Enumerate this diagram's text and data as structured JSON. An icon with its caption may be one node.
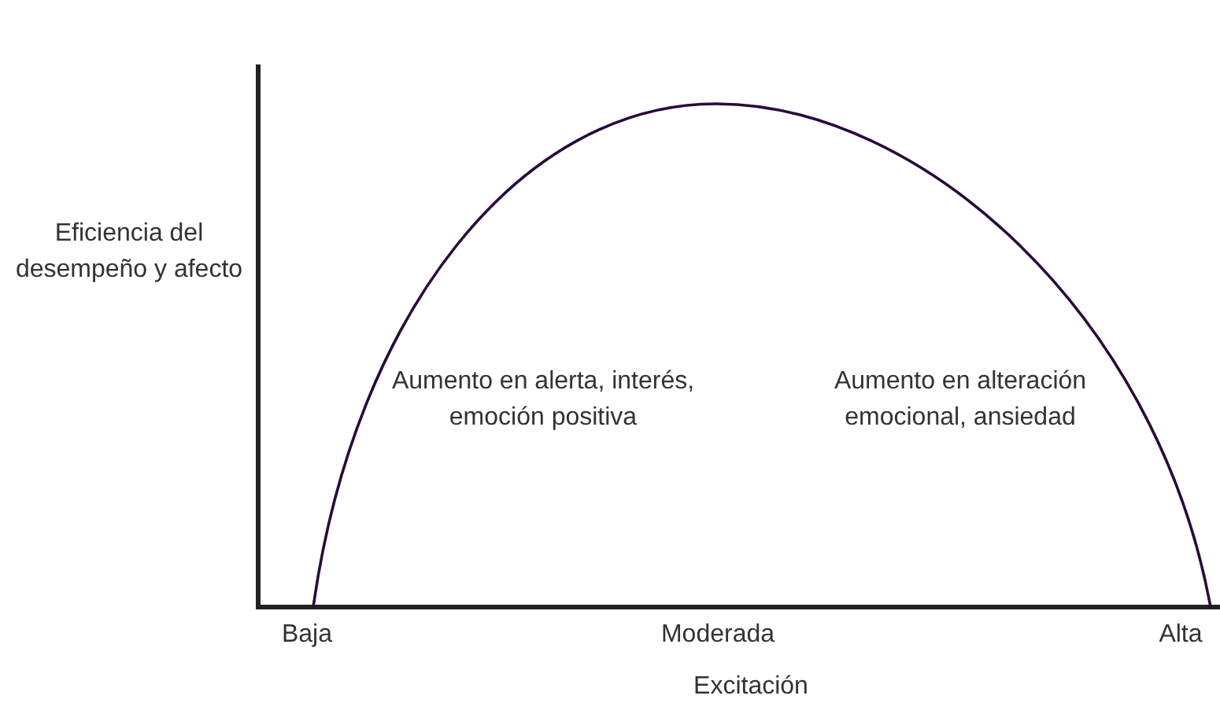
{
  "diagram": {
    "labels": [
      "Eficiencia del desempeño y afecto",
      "Aumento en alerta, interés, emoción positiva",
      "Aumento en alteración emocional, ansiedad",
      "Baja",
      "Moderada",
      "Alta",
      "Excitación"
    ]
  }
}
